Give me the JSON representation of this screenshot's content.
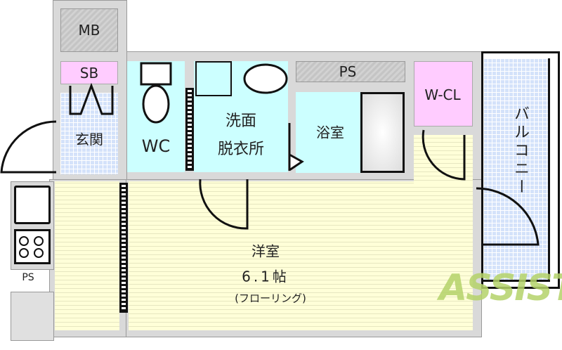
{
  "rooms": {
    "mb": "MB",
    "sb": "SB",
    "entrance": "玄関",
    "wc": "WC",
    "washroom_line1": "洗面",
    "washroom_line2": "脱衣所",
    "ps_top": "PS",
    "bath": "浴室",
    "wcl": "W-CL",
    "balcony": "バルコニー",
    "western_room": "洋室",
    "size": "6.1帖",
    "flooring": "(フローリング)",
    "ps_kitchen": "PS"
  },
  "watermark": "ASSIST",
  "colors": {
    "wet_area": "#ccffff",
    "storage": "#ffccff",
    "floor": "#ffffd8",
    "tile": "#d4e2fa",
    "watermark": "#b5d36a"
  }
}
